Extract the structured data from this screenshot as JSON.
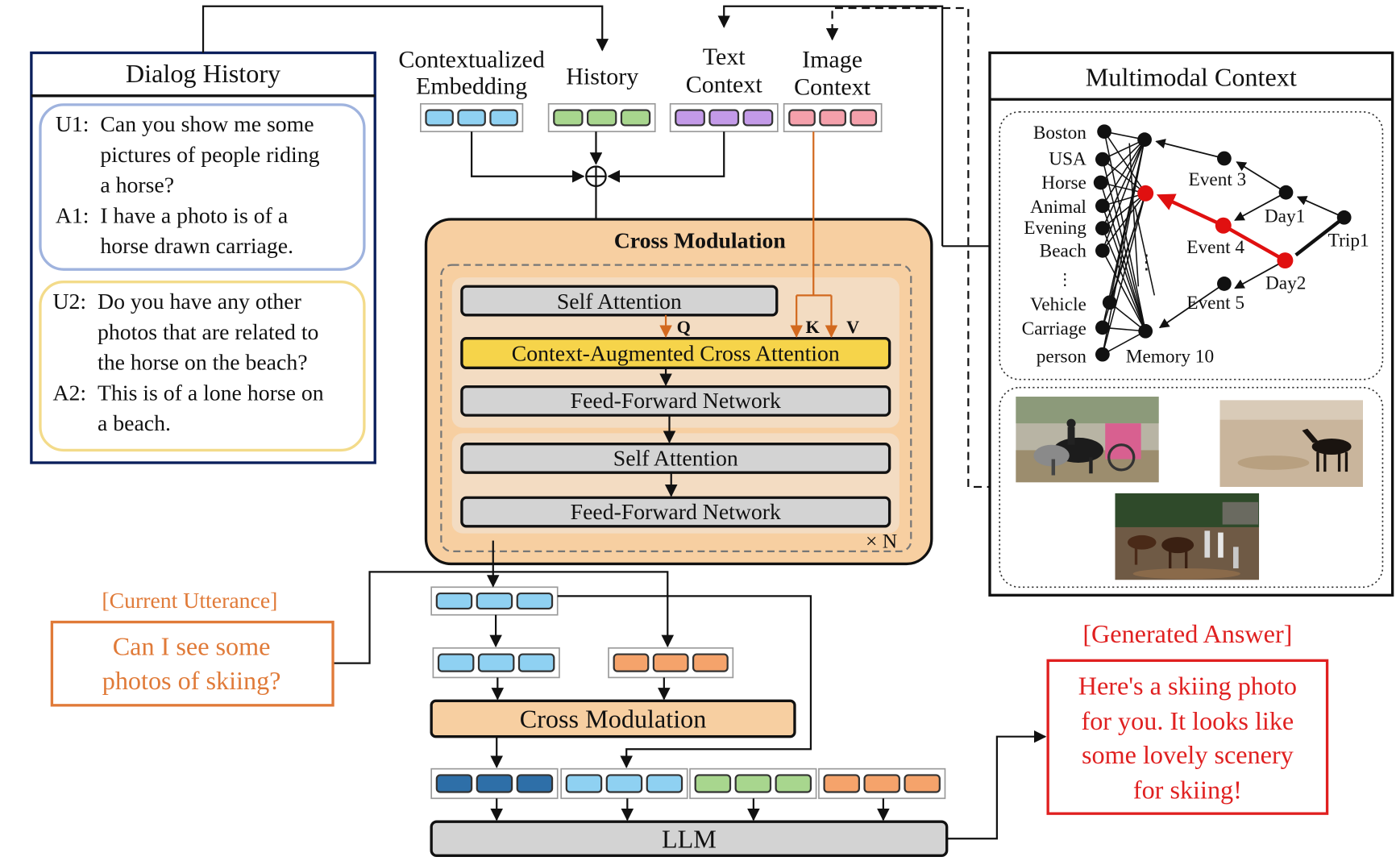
{
  "dialog_history": {
    "title": "Dialog History",
    "turns": [
      {
        "speaker": "U1:",
        "lines": [
          "Can you show me some",
          "pictures of people riding",
          "a horse?"
        ]
      },
      {
        "speaker": "A1:",
        "lines": [
          "I have a photo is of a",
          "horse drawn carriage."
        ]
      },
      {
        "speaker": "U2:",
        "lines": [
          "Do you have any other",
          "photos that are related to",
          "the  horse on the beach?"
        ]
      },
      {
        "speaker": "A2:",
        "lines": [
          "This is of a lone horse on",
          "a beach."
        ]
      }
    ]
  },
  "inputs": {
    "contextualized_embedding": [
      "Contextualized",
      "Embedding"
    ],
    "history": "History",
    "text_context": [
      "Text",
      "Context"
    ],
    "image_context": [
      "Image",
      "Context"
    ]
  },
  "cross_modulation_block": {
    "title": "Cross Modulation",
    "self_attention_1": "Self Attention",
    "q_label": "Q",
    "k_label": "K",
    "v_label": "V",
    "cross_attention": "Context-Augmented Cross Attention",
    "ffn_1": "Feed-Forward Network",
    "self_attention_2": "Self Attention",
    "ffn_2": "Feed-Forward Network",
    "repeat_label": "× N"
  },
  "multimodal_context": {
    "title": "Multimodal Context",
    "entity_labels": [
      "Boston",
      "USA",
      "Horse",
      "Animal",
      "Evening",
      "Beach",
      "Vehicle",
      "Carriage",
      "person"
    ],
    "event_labels": [
      "Event 3",
      "Event 4",
      "Event 5",
      "Memory 10"
    ],
    "day_labels": [
      "Day1",
      "Day2"
    ],
    "trip_label": "Trip1",
    "photos": [
      {
        "name": "horse-drawn-carriage-photo"
      },
      {
        "name": "horse-on-beach-photo"
      },
      {
        "name": "people-with-horses-photo"
      }
    ]
  },
  "current_utterance": {
    "label": "[Current Utterance]",
    "lines": [
      "Can I see some",
      "photos of skiing?"
    ]
  },
  "cross_modulation_small": "Cross Modulation",
  "llm": "LLM",
  "generated_answer": {
    "label": "[Generated Answer]",
    "lines": [
      "Here's a skiing photo",
      "for you. It looks like",
      "some lovely scenery",
      "for skiing!"
    ]
  },
  "colors": {
    "light_blue": "#8fd1f2",
    "green": "#a8d68e",
    "purple": "#c39ae8",
    "pink": "#f4a0ab",
    "orange": "#f5a36b",
    "dark_blue": "#2e6fa8",
    "orange_text": "#e07a38",
    "red_text": "#e02020",
    "block_fill": "#f7cfa1",
    "inner_fill": "#f3dcc2",
    "gray_block": "#d3d3d3",
    "yellow_block": "#f6d44a"
  }
}
